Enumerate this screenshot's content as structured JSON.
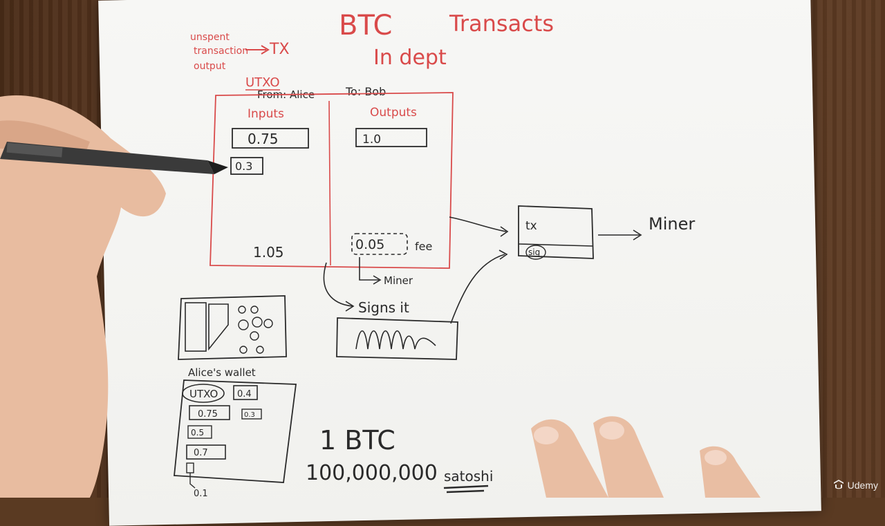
{
  "title": {
    "line1": "BTC",
    "line2": "Transacts",
    "line3": "In dept"
  },
  "side_note": {
    "line1": "unspent",
    "line2": "transaction",
    "line3": "output",
    "arrow_to": "TX"
  },
  "tx": {
    "utxo_label": "UTXO",
    "from": "From: Alice",
    "to": "To: Bob",
    "inputs_label": "Inputs",
    "outputs_label": "Outputs",
    "input_values": [
      "0.75",
      "0.3"
    ],
    "output_values": [
      "1.0"
    ],
    "inputs_total": "1.05",
    "fee_value": "0.05",
    "fee_label": "fee",
    "miner_label": "Miner"
  },
  "signing": {
    "label": "Signs it"
  },
  "tx_box": {
    "tx_label": "tx",
    "sig_label": "sig",
    "miner_label": "Miner"
  },
  "wallet": {
    "label": "Alice's wallet",
    "utxo_label": "UTXO",
    "values": [
      "0.4",
      "0.75",
      "0.3",
      "0.5",
      "0.7",
      "0.1"
    ]
  },
  "units": {
    "btc": "1 BTC",
    "satoshis": "100,000,000",
    "satoshi_label": "satoshi"
  },
  "watermark": {
    "brand": "Udemy"
  }
}
